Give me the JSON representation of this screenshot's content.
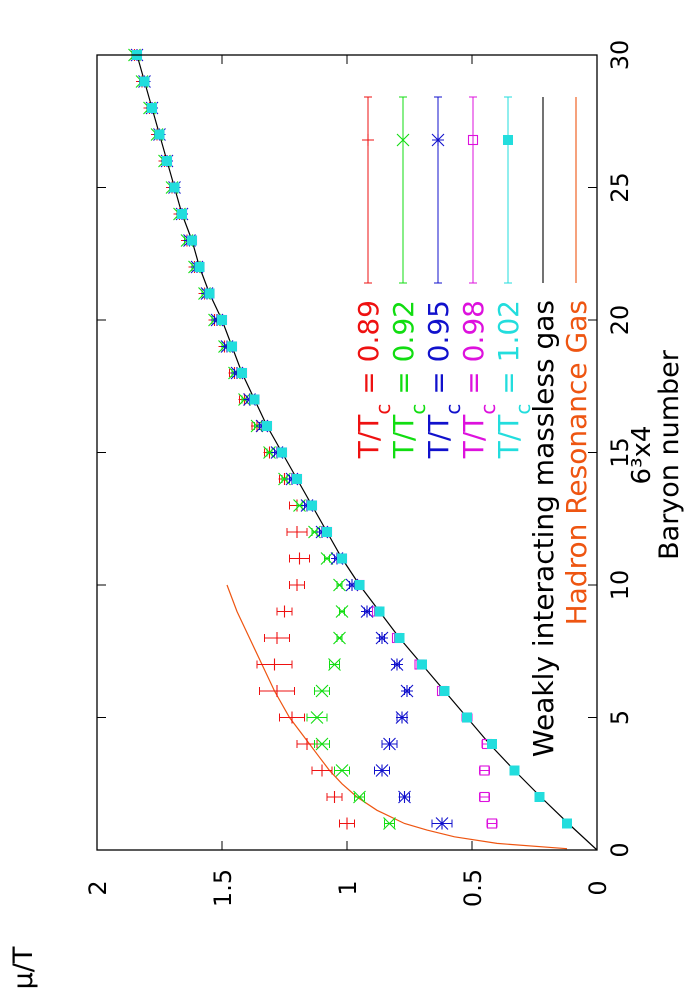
{
  "chart_data": {
    "type": "scatter",
    "orientation": "rotated-90-clockwise",
    "title": "6³x4",
    "xlabel": "Baryon number",
    "ylabel": "μ/T",
    "xlim": [
      0,
      30
    ],
    "ylim": [
      0,
      2
    ],
    "x_ticks": [
      "0",
      "5",
      "10",
      "15",
      "20",
      "25",
      "30"
    ],
    "y_ticks": [
      "0",
      "0.5",
      "1",
      "1.5",
      "2"
    ],
    "grid": false,
    "legend_placement": "top-right",
    "series": [
      {
        "name": "T/Tc = 0.89",
        "legend_label": {
          "base": "T/T",
          "sub": "c",
          "rest": " = 0.89"
        },
        "color": "#ee1111",
        "marker": "plus",
        "x": [
          1,
          2,
          3,
          4,
          5,
          6,
          7,
          8,
          9,
          10,
          11,
          12,
          13,
          14,
          15,
          16,
          17,
          18,
          19,
          20,
          21,
          22,
          23,
          24,
          25,
          26,
          27,
          28,
          29,
          30
        ],
        "y": [
          1.0,
          1.05,
          1.1,
          1.16,
          1.22,
          1.28,
          1.29,
          1.28,
          1.25,
          1.2,
          1.19,
          1.2,
          1.2,
          1.25,
          1.31,
          1.36,
          1.41,
          1.45,
          1.49,
          1.53,
          1.57,
          1.61,
          1.64,
          1.67,
          1.7,
          1.73,
          1.76,
          1.79,
          1.82,
          1.85
        ],
        "err": [
          0.03,
          0.03,
          0.04,
          0.04,
          0.05,
          0.07,
          0.07,
          0.05,
          0.03,
          0.03,
          0.04,
          0.04,
          0.03,
          0.02,
          0.02,
          0.02,
          0.02,
          0.02,
          0.01,
          0.01,
          0.01,
          0.01,
          0.01,
          0.01,
          0.01,
          0.01,
          0.01,
          0.01,
          0.01,
          0.01
        ]
      },
      {
        "name": "T/Tc = 0.92",
        "legend_label": {
          "base": "T/T",
          "sub": "c",
          "rest": " = 0.92"
        },
        "color": "#11dd11",
        "marker": "cross",
        "x": [
          1,
          2,
          3,
          4,
          5,
          6,
          7,
          8,
          9,
          10,
          11,
          12,
          13,
          14,
          15,
          16,
          17,
          18,
          19,
          20,
          21,
          22,
          23,
          24,
          25,
          26,
          27,
          28,
          29,
          30
        ],
        "y": [
          0.83,
          0.95,
          1.02,
          1.1,
          1.12,
          1.1,
          1.05,
          1.03,
          1.02,
          1.03,
          1.08,
          1.13,
          1.19,
          1.25,
          1.31,
          1.36,
          1.41,
          1.45,
          1.49,
          1.53,
          1.57,
          1.61,
          1.64,
          1.67,
          1.7,
          1.73,
          1.76,
          1.79,
          1.82,
          1.85
        ],
        "err": [
          0.02,
          0.02,
          0.03,
          0.03,
          0.04,
          0.03,
          0.02,
          0.01,
          0.01,
          0.01,
          0.01,
          0.01,
          0.01,
          0.01,
          0.01,
          0.01,
          0.01,
          0.01,
          0.01,
          0.01,
          0.01,
          0.01,
          0.01,
          0.01,
          0.01,
          0.01,
          0.01,
          0.01,
          0.01,
          0.01
        ]
      },
      {
        "name": "T/Tc = 0.95",
        "legend_label": {
          "base": "T/T",
          "sub": "c",
          "rest": " = 0.95"
        },
        "color": "#1111cc",
        "marker": "star",
        "x": [
          1,
          2,
          3,
          4,
          5,
          6,
          7,
          8,
          9,
          10,
          11,
          12,
          13,
          14,
          15,
          16,
          17,
          18,
          19,
          20,
          21,
          22,
          23,
          24,
          25,
          26,
          27,
          28,
          29,
          30
        ],
        "y": [
          0.62,
          0.77,
          0.86,
          0.83,
          0.78,
          0.76,
          0.8,
          0.86,
          0.92,
          0.98,
          1.04,
          1.1,
          1.16,
          1.22,
          1.28,
          1.34,
          1.39,
          1.44,
          1.48,
          1.52,
          1.56,
          1.6,
          1.63,
          1.66,
          1.69,
          1.72,
          1.75,
          1.78,
          1.81,
          1.84
        ],
        "err": [
          0.04,
          0.02,
          0.03,
          0.03,
          0.02,
          0.01,
          0.01,
          0.01,
          0.01,
          0.01,
          0.01,
          0.01,
          0.01,
          0.01,
          0.01,
          0.01,
          0.01,
          0.01,
          0.01,
          0.01,
          0.01,
          0.01,
          0.01,
          0.01,
          0.01,
          0.01,
          0.01,
          0.01,
          0.01,
          0.01
        ]
      },
      {
        "name": "T/Tc = 0.98",
        "legend_label": {
          "base": "T/T",
          "sub": "c",
          "rest": " = 0.98"
        },
        "color": "#dd11dd",
        "marker": "open-square",
        "x": [
          1,
          2,
          3,
          4,
          5,
          6,
          7,
          8,
          9,
          10,
          11,
          12,
          13,
          14,
          15,
          16,
          17,
          18,
          19,
          20,
          21,
          22,
          23,
          24,
          25,
          26,
          27,
          28,
          29,
          30
        ],
        "y": [
          0.42,
          0.45,
          0.45,
          0.44,
          0.52,
          0.62,
          0.71,
          0.8,
          0.88,
          0.95,
          1.02,
          1.08,
          1.14,
          1.2,
          1.26,
          1.32,
          1.37,
          1.42,
          1.46,
          1.5,
          1.55,
          1.59,
          1.62,
          1.66,
          1.69,
          1.72,
          1.75,
          1.78,
          1.81,
          1.84
        ],
        "err": [
          0.02,
          0.02,
          0.02,
          0.02,
          0.02,
          0.01,
          0.01,
          0.01,
          0.01,
          0.01,
          0.01,
          0.01,
          0.01,
          0.01,
          0.01,
          0.01,
          0.01,
          0.01,
          0.01,
          0.01,
          0.01,
          0.01,
          0.01,
          0.01,
          0.01,
          0.01,
          0.01,
          0.01,
          0.01,
          0.01
        ]
      },
      {
        "name": "T/Tc = 1.02",
        "legend_label": {
          "base": "T/T",
          "sub": "c",
          "rest": " = 1.02"
        },
        "color": "#22dddd",
        "marker": "filled-square",
        "x": [
          1,
          2,
          3,
          4,
          5,
          6,
          7,
          8,
          9,
          10,
          11,
          12,
          13,
          14,
          15,
          16,
          17,
          18,
          19,
          20,
          21,
          22,
          23,
          24,
          25,
          26,
          27,
          28,
          29,
          30
        ],
        "y": [
          0.12,
          0.23,
          0.33,
          0.42,
          0.52,
          0.61,
          0.7,
          0.79,
          0.87,
          0.95,
          1.02,
          1.08,
          1.14,
          1.2,
          1.26,
          1.32,
          1.37,
          1.42,
          1.46,
          1.5,
          1.55,
          1.59,
          1.62,
          1.66,
          1.69,
          1.72,
          1.75,
          1.78,
          1.81,
          1.84
        ],
        "err": [
          0.01,
          0.01,
          0.01,
          0.01,
          0.01,
          0.01,
          0.01,
          0.01,
          0.01,
          0.01,
          0.01,
          0.01,
          0.01,
          0.01,
          0.01,
          0.01,
          0.01,
          0.01,
          0.01,
          0.01,
          0.01,
          0.01,
          0.01,
          0.01,
          0.01,
          0.01,
          0.01,
          0.01,
          0.01,
          0.01
        ]
      }
    ],
    "curves": [
      {
        "name": "Weakly interacting massless gas",
        "color": "#000000",
        "x": [
          0,
          1,
          2,
          3,
          4,
          5,
          6,
          7,
          8,
          9,
          10,
          11,
          12,
          13,
          14,
          15,
          16,
          17,
          18,
          19,
          20,
          21,
          22,
          23,
          24,
          25,
          26,
          27,
          28,
          29,
          30
        ],
        "y": [
          0,
          0.115,
          0.225,
          0.33,
          0.43,
          0.52,
          0.61,
          0.7,
          0.79,
          0.87,
          0.95,
          1.02,
          1.08,
          1.14,
          1.2,
          1.26,
          1.32,
          1.37,
          1.42,
          1.46,
          1.5,
          1.55,
          1.59,
          1.62,
          1.66,
          1.69,
          1.72,
          1.75,
          1.78,
          1.81,
          1.84
        ]
      },
      {
        "name": "Hadron Resonance Gas",
        "color": "#ee5511",
        "x": [
          0.05,
          0.25,
          0.5,
          0.75,
          1,
          1.5,
          2,
          2.5,
          3,
          3.5,
          4,
          5,
          6,
          7,
          8,
          9,
          10
        ],
        "y": [
          0.12,
          0.4,
          0.57,
          0.68,
          0.77,
          0.88,
          0.96,
          1.02,
          1.07,
          1.11,
          1.15,
          1.23,
          1.29,
          1.34,
          1.39,
          1.44,
          1.48
        ]
      }
    ]
  }
}
